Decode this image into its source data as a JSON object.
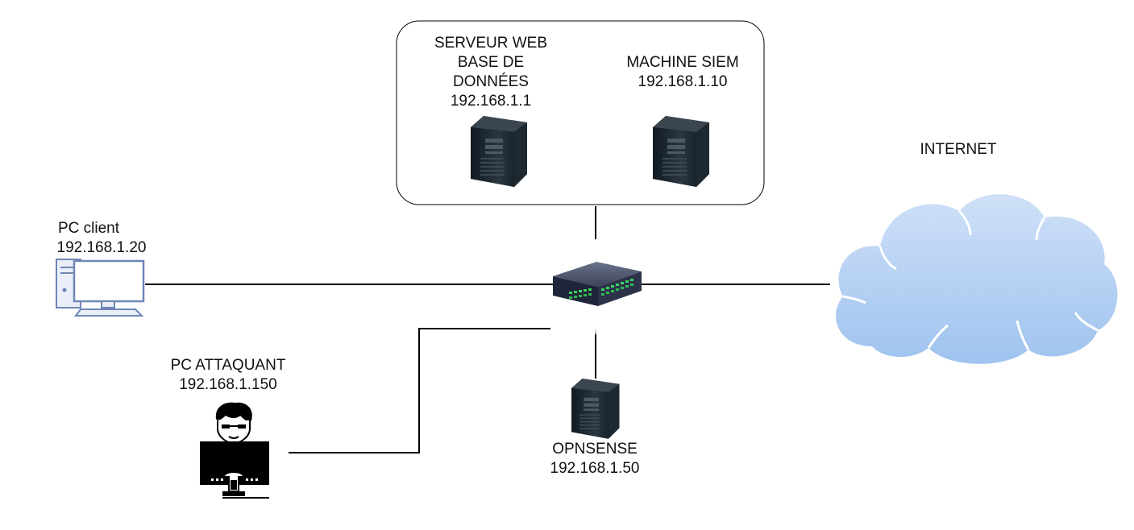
{
  "nodes": {
    "web_server": {
      "name_line1": "SERVEUR WEB",
      "name_line2": "BASE DE",
      "name_line3": "DONNÉES",
      "ip": "192.168.1.1"
    },
    "siem": {
      "name": "MACHINE SIEM",
      "ip": "192.168.1.10"
    },
    "internet": {
      "name": "INTERNET"
    },
    "pc_client": {
      "name": "PC client",
      "ip": "192.168.1.20"
    },
    "pc_attacker": {
      "name": "PC ATTAQUANT",
      "ip": "192.168.1.150"
    },
    "opnsense": {
      "name": "OPNSENSE",
      "ip": "192.168.1.50"
    }
  },
  "icons": {
    "server": "server-tower-icon",
    "switch": "network-switch-icon",
    "cloud": "cloud-icon",
    "client": "desktop-pc-icon",
    "attacker": "hacker-workstation-icon"
  },
  "colors": {
    "line": "#000000",
    "cloud_top": "#c9ddf6",
    "cloud_bottom": "#a3c6f0",
    "server_body": "#1c2731",
    "switch_body": "#2a3148",
    "switch_port": "#34c95a",
    "client_outline": "#6f86b5"
  }
}
